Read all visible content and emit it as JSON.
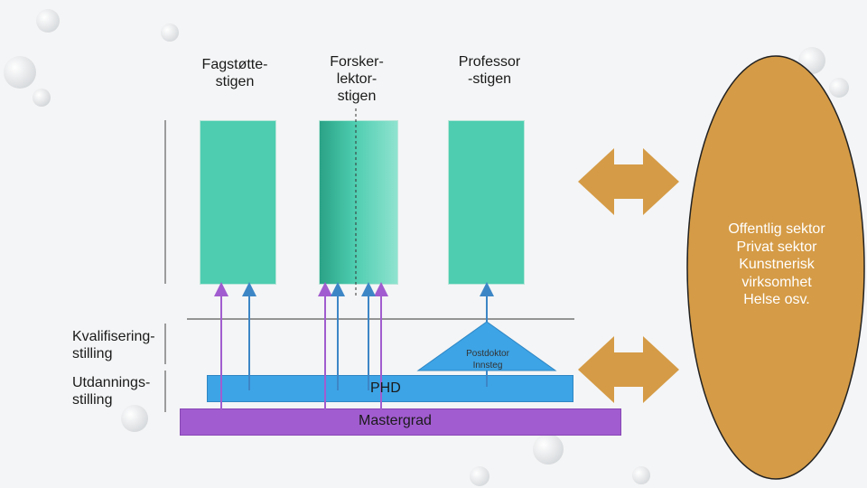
{
  "ladders": {
    "fagstotte": "Fagstøtte-\nstigen",
    "forskerlektor": "Forsker-\nlektor-\nstigen",
    "professor": "Professor\n-stigen"
  },
  "left_labels": {
    "kvalifisering": "Kvalifisering-\nstilling",
    "utdanning": "Utdannings-\nstilling"
  },
  "triangle_label": "Postdoktor\nInnsteg",
  "bars": {
    "phd": "PHD",
    "master": "Mastergrad"
  },
  "oval_text": "Offentlig sektor\nPrivat sektor\nKunstnerisk\nvirksomhet\nHelse osv.",
  "colors": {
    "ladder_green": "#4ecdb0",
    "phd_blue": "#3da4e6",
    "master_purple": "#a15ccf",
    "oval_orange": "#d59b46",
    "arrow_orange": "#d59b46"
  }
}
